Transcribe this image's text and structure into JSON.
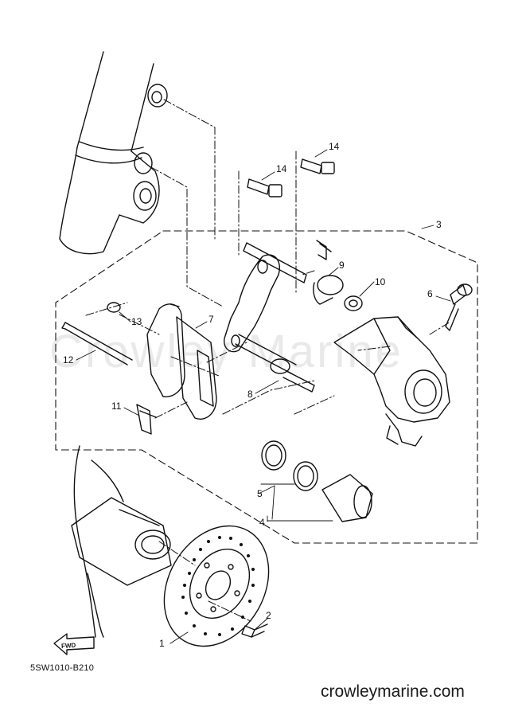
{
  "diagram": {
    "watermark": "Crowley Marine",
    "drawing_code": "5SW1010-B210",
    "site_url": "crowleymarine.com",
    "fwd_label": "FWD",
    "callouts": [
      {
        "id": "1",
        "label": "1"
      },
      {
        "id": "2",
        "label": "2"
      },
      {
        "id": "3",
        "label": "3"
      },
      {
        "id": "4",
        "label": "4"
      },
      {
        "id": "5",
        "label": "5"
      },
      {
        "id": "6",
        "label": "6"
      },
      {
        "id": "7",
        "label": "7"
      },
      {
        "id": "8",
        "label": "8"
      },
      {
        "id": "9",
        "label": "9"
      },
      {
        "id": "10",
        "label": "10"
      },
      {
        "id": "11",
        "label": "11"
      },
      {
        "id": "12",
        "label": "12"
      },
      {
        "id": "13",
        "label": "13"
      },
      {
        "id": "14a",
        "label": "14"
      },
      {
        "id": "14b",
        "label": "14"
      }
    ]
  }
}
